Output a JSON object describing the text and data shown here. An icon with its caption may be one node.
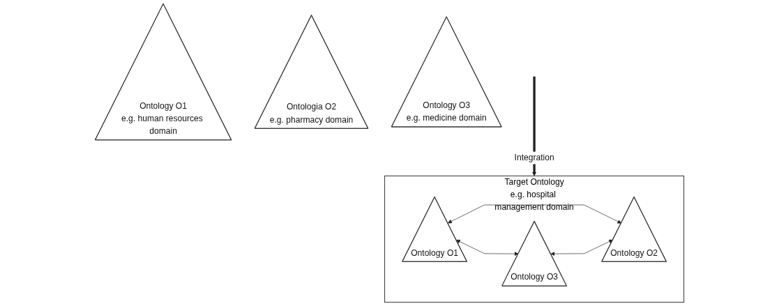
{
  "diagram": {
    "nodes": [
      {
        "text": [
          "Ontology O1",
          "e.g. human resources domain"
        ]
      },
      {
        "text": [
          "Ontologia O2",
          "e.g. pharmacy domain"
        ]
      },
      {
        "text": [
          "Ontology O3",
          "e.g. medicine domain"
        ]
      },
      {
        "text": [
          "Target Ontology",
          "e.g. hospital management domain"
        ]
      },
      {
        "text": [
          "Ontology O1"
        ],
        "in": 3
      },
      {
        "text": [
          "Ontology O3"
        ],
        "in": 3
      },
      {
        "text": [
          "Ontology O2"
        ],
        "in": 3
      }
    ],
    "edges": [
      {
        "from": null,
        "to": 3,
        "arrow": "to",
        "label": "Integration",
        "style": "thick"
      },
      {
        "from": 4,
        "to": 5,
        "arrow": "both"
      },
      {
        "from": 4,
        "to": 6,
        "arrow": "both"
      },
      {
        "from": 5,
        "to": 6,
        "arrow": "both"
      }
    ]
  }
}
